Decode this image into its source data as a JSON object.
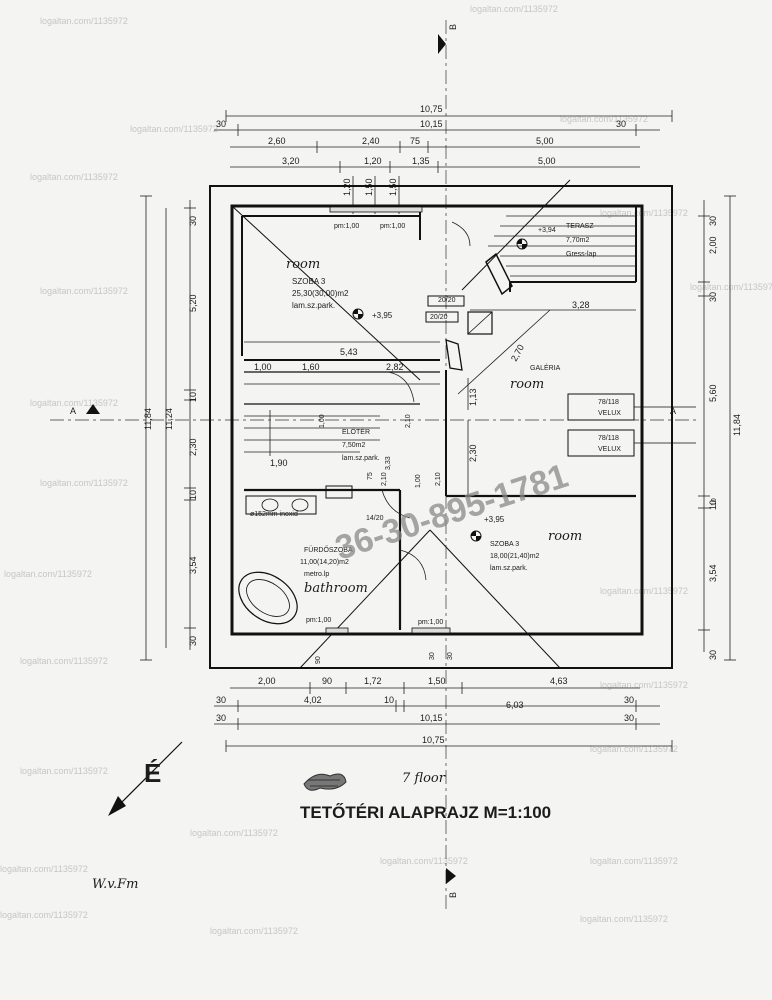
{
  "title": "TETŐTÉRI ALAPRAJZ M=1:100",
  "handwritten_caption": "7 floor",
  "phone_watermark": "36-30-895-1781",
  "watermark_text": "logaltan.com/1135972",
  "section_markers": {
    "a": "A",
    "b": "B"
  },
  "north_label": "É",
  "top_dims": {
    "row1": [
      "10,75"
    ],
    "row2": [
      "30",
      "10,15",
      "30"
    ],
    "row3": [
      "2,60",
      "2,40",
      "75",
      "5,00"
    ],
    "row4": [
      "3,20",
      "1,20",
      "1,35",
      "5,00"
    ],
    "vertical": [
      "1,20",
      "1,50",
      "1,50"
    ]
  },
  "bottom_dims": {
    "row1": [
      "2,00",
      "90",
      "1,72",
      "1,50",
      "4,63"
    ],
    "row2": [
      "30",
      "4,02",
      "10",
      "6,03",
      "30"
    ],
    "row3": [
      "30",
      "10,15",
      "30"
    ],
    "row4": [
      "10,75"
    ]
  },
  "left_dims": {
    "outer": [
      "11,84"
    ],
    "middle": [
      "11,24"
    ],
    "inner": [
      "30",
      "5,20",
      "10",
      "2,30",
      "10",
      "3,54",
      "30"
    ]
  },
  "right_dims": {
    "outer": [
      "11,84"
    ],
    "inner": [
      "30",
      "2,00",
      "30",
      "5,60",
      "10",
      "3,54",
      "30"
    ]
  },
  "rooms": {
    "szoba_nw": {
      "name": "SZOBA 3",
      "area": "25,30(30,00)m2",
      "floor": "lam.sz.park.",
      "level": "+3,95",
      "hand": "room",
      "pm": "pm:1,00"
    },
    "terasz": {
      "name": "TERASZ",
      "area": "7,70m2",
      "floor": "Gress-lap",
      "level": "+3,94"
    },
    "galeria": {
      "name": "GALÉRIA",
      "hand": "room",
      "dims": [
        "3,28",
        "2,70",
        "1,13",
        "2,30"
      ]
    },
    "veluxes": [
      {
        "size": "78/118",
        "label": "VELUX"
      },
      {
        "size": "78/118",
        "label": "VELUX"
      }
    ],
    "eloter": {
      "name": "ELŐTÉR",
      "area": "7,50m2",
      "floor": "lam.sz.park."
    },
    "furdo": {
      "name": "FÜRDŐSZOBA",
      "area": "11,00(14,20)m2",
      "floor": "metro.lp",
      "hand": "bathroom",
      "pipe": "ø152mm inoxid",
      "pm": "pm:1,00"
    },
    "szoba_se": {
      "name": "SZOBA 3",
      "area": "18,00(21,40)m2",
      "floor": "lam.sz.park.",
      "level": "+3,95",
      "hand": "room",
      "pm": "pm:1,00"
    }
  },
  "interior_labels": {
    "pm_top2": "pm:1,00",
    "chimney_a": "20/20",
    "chimney_b": "20/20",
    "d_543": "5,43",
    "d_100": "1,00",
    "d_160": "1,60",
    "d_282": "2,82",
    "d_190": "1,90",
    "d_210a": "2,10",
    "d_210b": "2,10",
    "d_210c": "2,10",
    "d_100b": "1,00",
    "d_100c": "1,00",
    "d_75": "75",
    "d_1420": "14/20",
    "d_333": "3,33",
    "d_30a": "30",
    "d_30b": "30",
    "d_90": "90",
    "d_10r": "10"
  },
  "signature": "W.v.Fm"
}
